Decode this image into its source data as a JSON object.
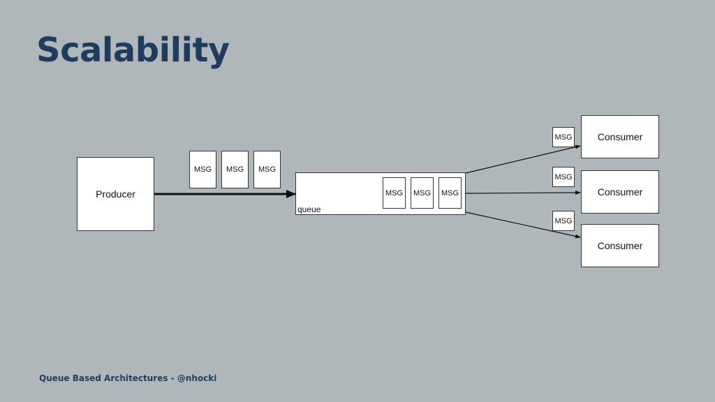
{
  "title": "Scalability",
  "footer": "Queue Based Architectures - @nhocki",
  "producer": {
    "label": "Producer"
  },
  "queue": {
    "label": "queue",
    "messages": [
      "MSG",
      "MSG",
      "MSG"
    ]
  },
  "in_flight": [
    "MSG",
    "MSG",
    "MSG"
  ],
  "consumers": [
    {
      "label": "Consumer",
      "message": "MSG"
    },
    {
      "label": "Consumer",
      "message": "MSG"
    },
    {
      "label": "Consumer",
      "message": "MSG"
    }
  ],
  "colors": {
    "background": "#b0b7ba",
    "title": "#1e3d5c",
    "box_fill": "#ffffff",
    "stroke": "#111111"
  }
}
